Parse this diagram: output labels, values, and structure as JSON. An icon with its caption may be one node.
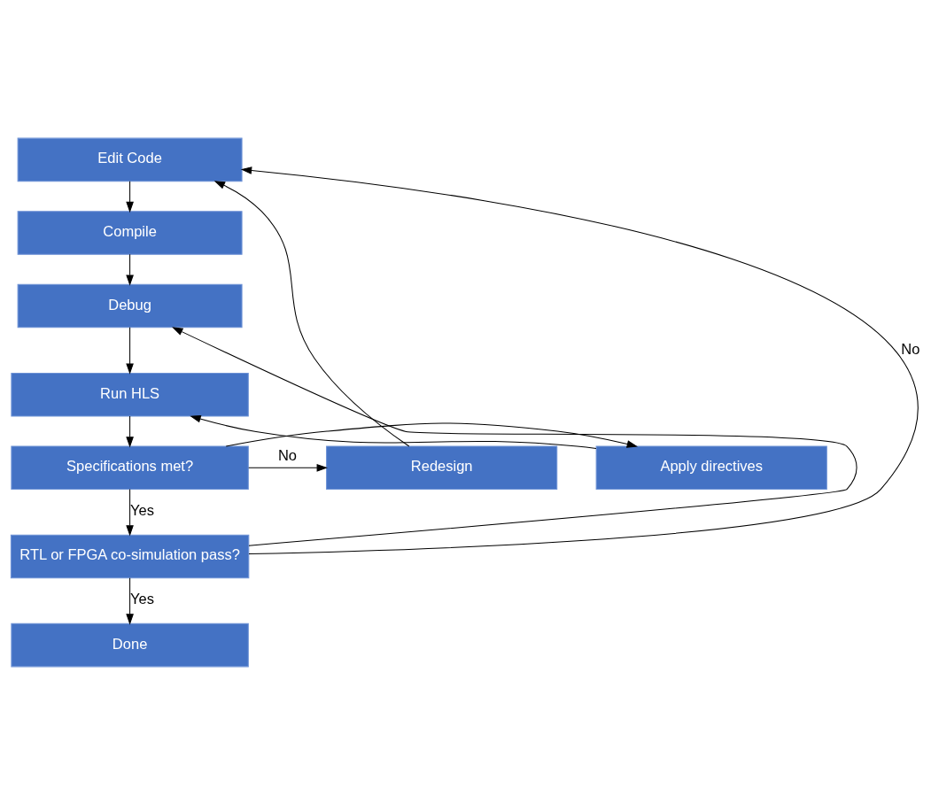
{
  "diagram": {
    "nodes": [
      {
        "text": [
          "Edit Code"
        ]
      },
      {
        "text": [
          "Compile"
        ]
      },
      {
        "text": [
          "Debug"
        ]
      },
      {
        "text": [
          "Run HLS"
        ]
      },
      {
        "text": [
          "Specifications met?"
        ]
      },
      {
        "text": [
          "Apply directives"
        ]
      },
      {
        "text": [
          "Redesign"
        ]
      },
      {
        "text": [
          "RTL or FPGA co-simulation pass?"
        ]
      },
      {
        "text": [
          "Done"
        ]
      }
    ],
    "edges": [
      {
        "from": 0,
        "to": 1,
        "arrow": "to"
      },
      {
        "from": 1,
        "to": 2,
        "arrow": "to"
      },
      {
        "from": 2,
        "to": 3,
        "arrow": "to"
      },
      {
        "from": 3,
        "to": 4,
        "arrow": "to"
      },
      {
        "from": 4,
        "to": 5,
        "arrow": "to"
      },
      {
        "from": 4,
        "to": 6,
        "arrow": "to",
        "label": "No"
      },
      {
        "from": 5,
        "to": 3,
        "arrow": "to"
      },
      {
        "from": 6,
        "to": 0,
        "arrow": "to"
      },
      {
        "from": 4,
        "to": 7,
        "arrow": "to",
        "label": "Yes"
      },
      {
        "from": 7,
        "to": 0,
        "arrow": "to",
        "label": "No"
      },
      {
        "from": 7,
        "to": 2,
        "arrow": "to"
      },
      {
        "from": 7,
        "to": 8,
        "arrow": "to",
        "label": "Yes"
      }
    ]
  }
}
